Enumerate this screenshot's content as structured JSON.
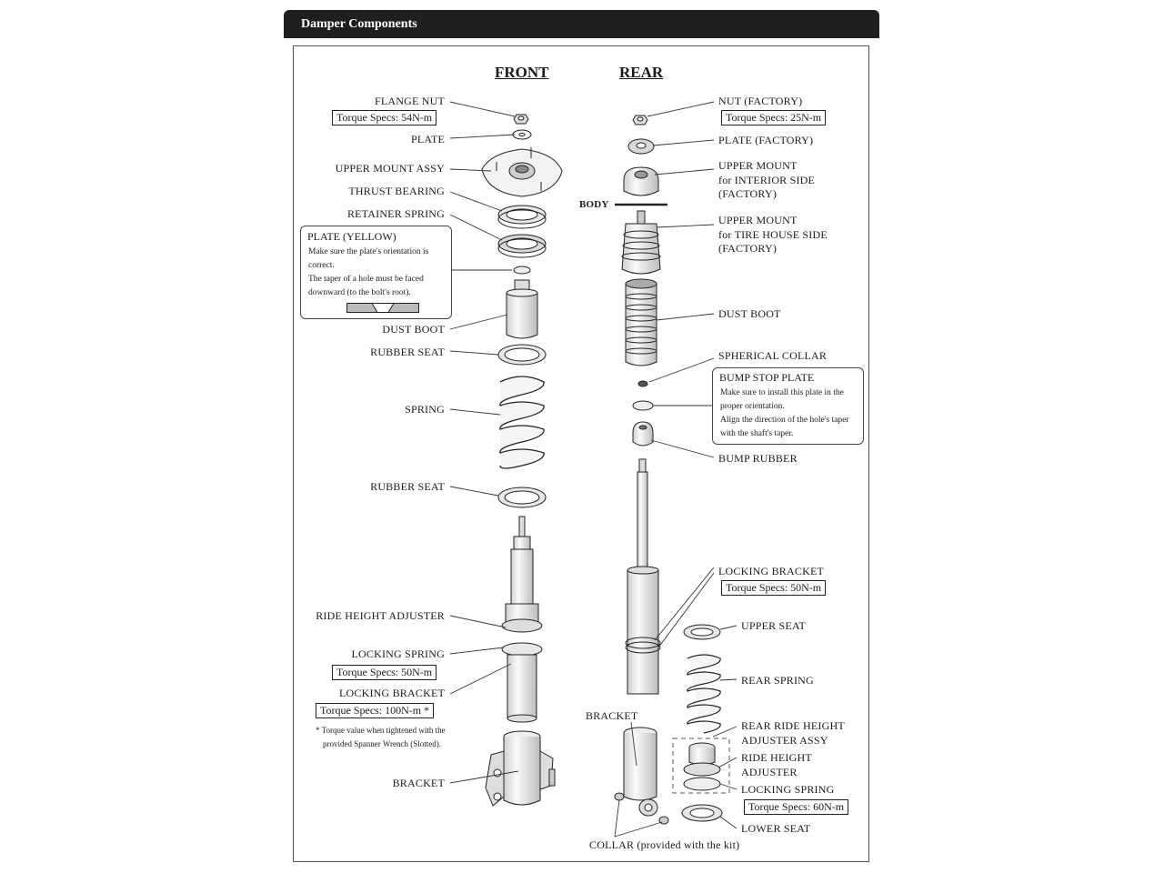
{
  "header": {
    "title": "Damper Components"
  },
  "columns": {
    "front": "FRONT",
    "rear": "REAR"
  },
  "body_label": "BODY",
  "front": {
    "flange_nut": "FLANGE NUT",
    "torque_flange": "Torque Specs: 54N-m",
    "plate": "PLATE",
    "upper_mount_assy": "UPPER MOUNT ASSY",
    "thrust_bearing": "THRUST BEARING",
    "retainer_spring": "RETAINER SPRING",
    "plate_note": {
      "title": "PLATE (YELLOW)",
      "line1": "Make sure the plate's orientation is",
      "line2": "correct.",
      "line3": "The taper of a hole must be faced",
      "line4": "downward (to the bolt's root)."
    },
    "dust_boot": "DUST BOOT",
    "rubber_seat_top": "RUBBER SEAT",
    "spring": "SPRING",
    "rubber_seat_bottom": "RUBBER SEAT",
    "ride_height_adjuster": "RIDE HEIGHT ADJUSTER",
    "locking_spring": "LOCKING SPRING",
    "torque_locking_spring": "Torque Specs: 50N-m",
    "locking_bracket": "LOCKING BRACKET",
    "torque_locking_bracket": "Torque Specs: 100N-m *",
    "footnote1": "* Torque value when tightened with the",
    "footnote2": "provided Spanner Wrench (Slotted).",
    "bracket": "BRACKET"
  },
  "rear": {
    "nut": "NUT (FACTORY)",
    "torque_nut": "Torque Specs: 25N-m",
    "plate": "PLATE (FACTORY)",
    "upper_mount_interior_1": "UPPER MOUNT",
    "upper_mount_interior_2": "for INTERIOR SIDE",
    "upper_mount_interior_3": "(FACTORY)",
    "upper_mount_tire_1": "UPPER MOUNT",
    "upper_mount_tire_2": "for TIRE HOUSE SIDE",
    "upper_mount_tire_3": "(FACTORY)",
    "dust_boot": "DUST BOOT",
    "spherical_collar": "SPHERICAL COLLAR",
    "bump_note": {
      "title": "BUMP STOP PLATE",
      "line1": "Make sure to install this plate in the",
      "line2": "proper orientation.",
      "line3": "Align the direction of the hole's taper",
      "line4": "with the shaft's taper."
    },
    "bump_rubber": "BUMP RUBBER",
    "locking_bracket": "LOCKING BRACKET",
    "torque_locking_bracket": "Torque Specs: 50N-m",
    "upper_seat": "UPPER SEAT",
    "rear_spring": "REAR SPRING",
    "bracket": "BRACKET",
    "rear_ride_height_1": "REAR RIDE HEIGHT",
    "rear_ride_height_2": "ADJUSTER ASSY",
    "ride_height_adj_1": "RIDE HEIGHT",
    "ride_height_adj_2": "ADJUSTER",
    "locking_spring": "LOCKING SPRING",
    "torque_locking_spring": "Torque Specs: 60N-m",
    "lower_seat": "LOWER SEAT",
    "collar": "COLLAR (provided with the kit)"
  }
}
